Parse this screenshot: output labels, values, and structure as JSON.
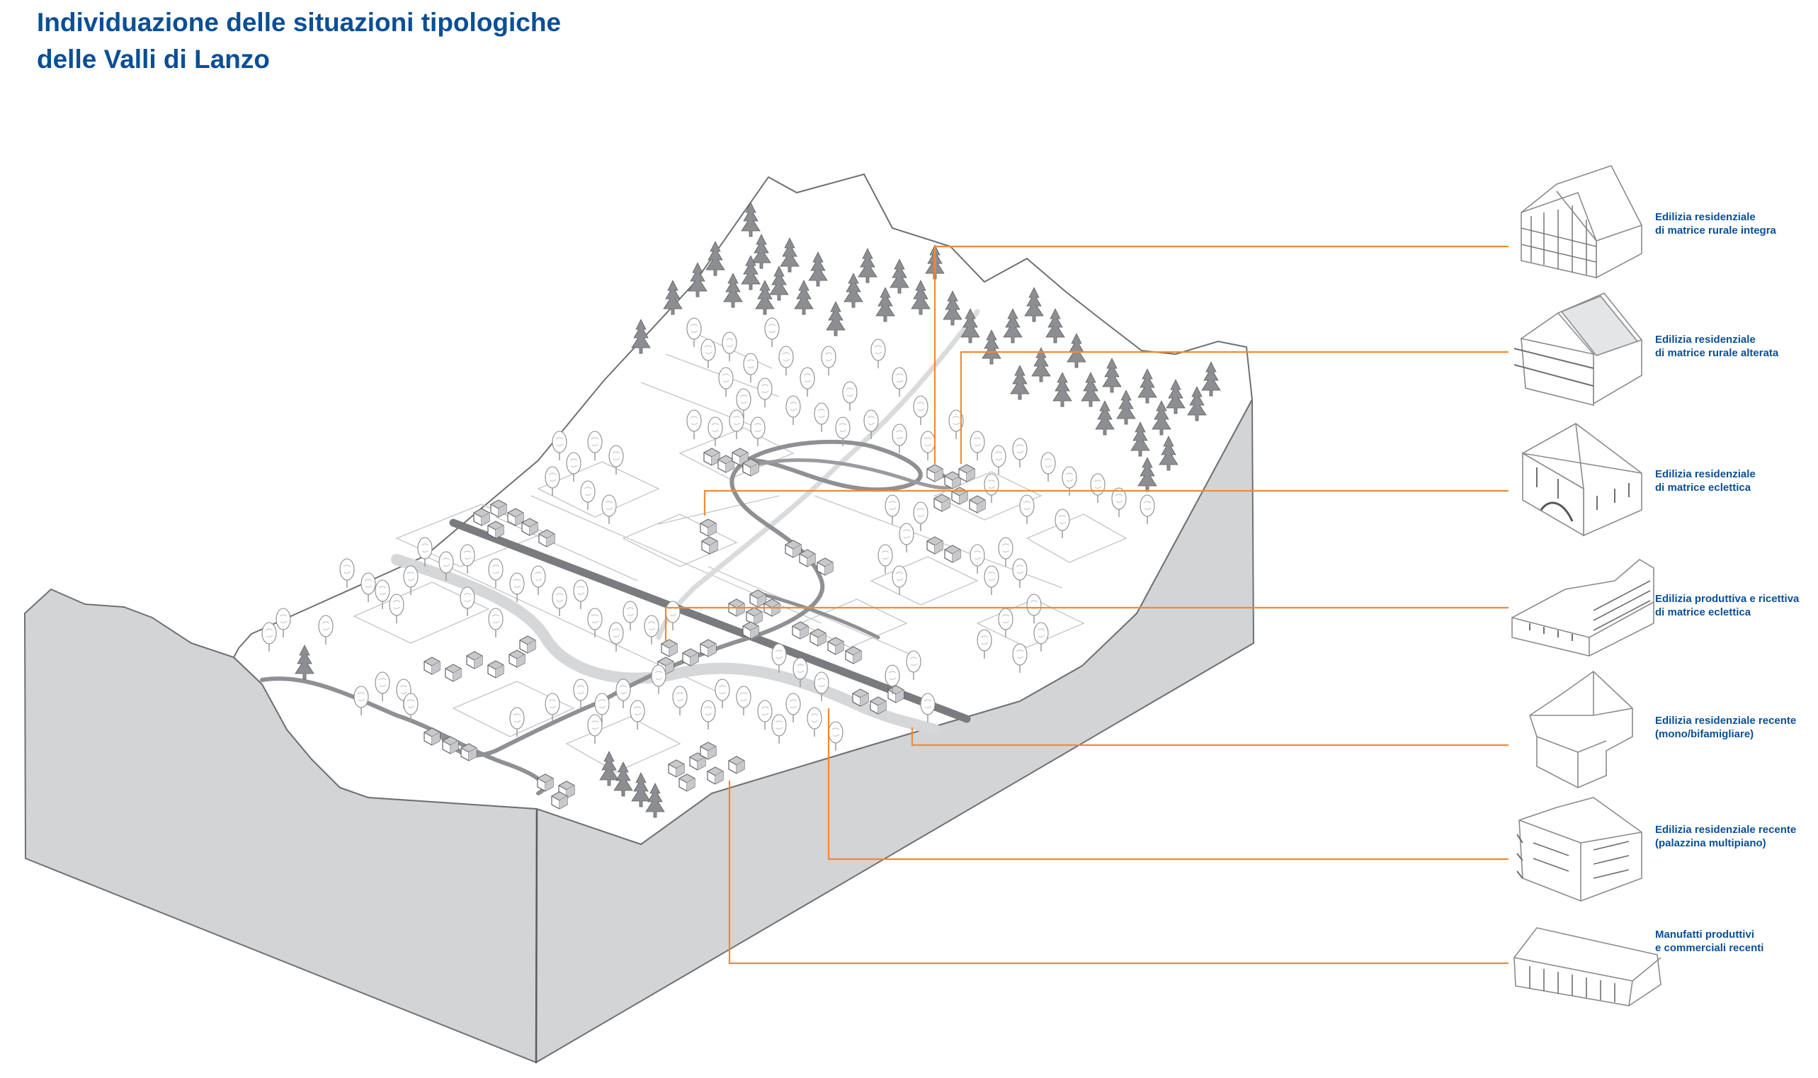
{
  "title": {
    "line1": "Individuazione delle situazioni tipologiche",
    "line2": "delle Valli di Lanzo"
  },
  "colors": {
    "title": "#0a4f96",
    "legend_text": "#0a4f96",
    "leader_lines": "#f08a34",
    "terrain_side": "#d3d4d6",
    "road_main": "#7a7b7e",
    "river": "#d6d7d9"
  },
  "legend": [
    {
      "id": "rural-intact",
      "line1": "Edilizia residenziale",
      "line2": "di matrice rurale integra"
    },
    {
      "id": "rural-altered",
      "line1": "Edilizia residenziale",
      "line2": "di matrice rurale alterata"
    },
    {
      "id": "eclectic",
      "line1": "Edilizia residenziale",
      "line2": "di matrice eclettica"
    },
    {
      "id": "productive-eclectic",
      "line1": "Edilizia produttiva e ricettiva",
      "line2": "di matrice eclettica"
    },
    {
      "id": "recent-single",
      "line1": "Edilizia residenziale recente",
      "line2": "(mono/bifamigliare)"
    },
    {
      "id": "recent-multi",
      "line1": "Edilizia residenziale recente",
      "line2": "(palazzina multipiano)"
    },
    {
      "id": "recent-productive",
      "line1": "Manufatti produttivi",
      "line2": "e commerciali recenti"
    }
  ]
}
